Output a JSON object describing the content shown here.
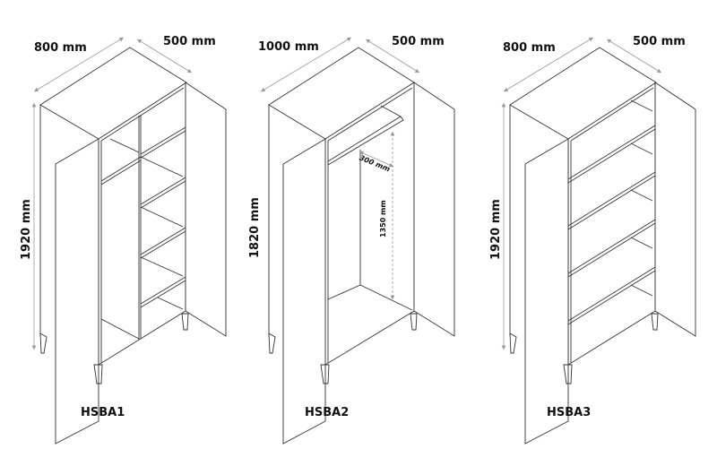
{
  "wardrobes": [
    {
      "name": "HSBA1",
      "width": "800 mm",
      "depth": "500 mm",
      "height": "1920 mm"
    },
    {
      "name": "HSBA2",
      "width": "1000 mm",
      "depth": "500 mm",
      "height": "1820 mm",
      "rail_depth": "300 mm",
      "hanging_height": "1350 mm"
    },
    {
      "name": "HSBA3",
      "width": "800 mm",
      "depth": "500 mm",
      "height": "1920 mm"
    }
  ]
}
